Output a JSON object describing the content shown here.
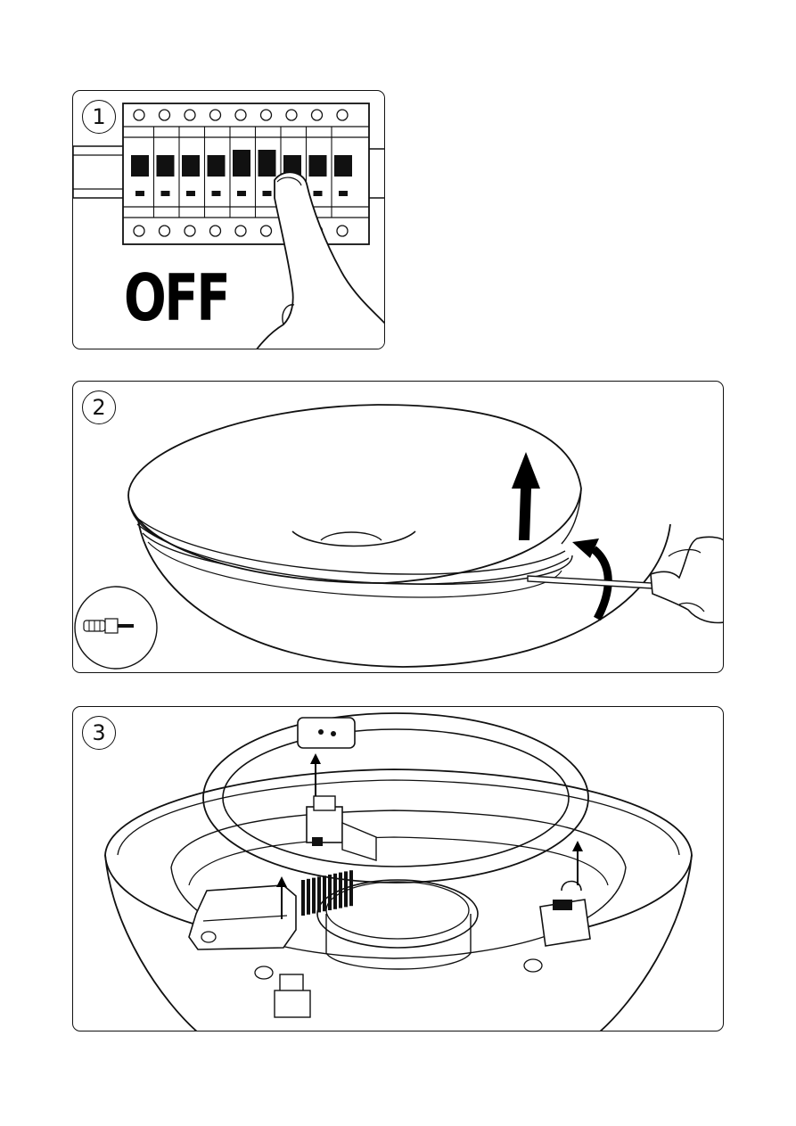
{
  "steps": [
    {
      "number": "1",
      "label": "OFF"
    },
    {
      "number": "2"
    },
    {
      "number": "3"
    }
  ],
  "icons": {
    "step1": [
      "circuit-breaker-panel-icon",
      "pressing-hand-icon"
    ],
    "step2": [
      "luminaire-cover-icon",
      "up-arrow-icon",
      "curved-arrow-icon",
      "screwdriver-in-hand-icon",
      "flat-screwdriver-tool-icon"
    ],
    "step3": [
      "luminaire-base-icon",
      "circular-fluorescent-tube-icon",
      "lamp-connector-icon",
      "ballast-icon",
      "lamp-clip-icon",
      "up-arrow-icon"
    ]
  },
  "colors": {
    "line": "#111111",
    "fill": "#ffffff",
    "ink": "#000000"
  }
}
